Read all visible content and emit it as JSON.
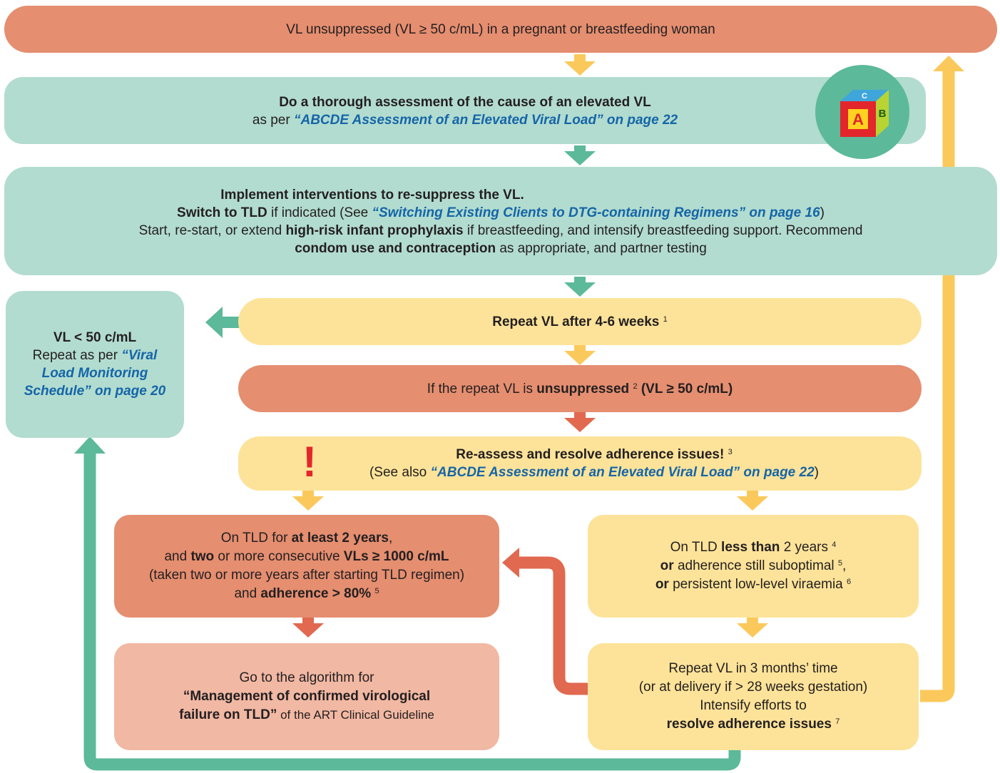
{
  "colors": {
    "salmon": "#e58e70",
    "teal_box": "#b2dccf",
    "yellow_box": "#fde399",
    "pink_box": "#f1b8a3",
    "teal_arrow": "#5cb99a",
    "yellow_arrow": "#fbc95b",
    "red_arrow": "#e0694f",
    "link_blue": "#1565a8",
    "alert_red": "#e2262b"
  },
  "icons": [
    "abc-blocks-icon",
    "exclamation-icon"
  ],
  "blocks_letters": {
    "front": "A",
    "side": "B",
    "top": "C"
  },
  "top_box": {
    "text": "VL unsuppressed (VL ≥ 50 c/mL) in a pregnant or breastfeeding woman"
  },
  "assess_box": {
    "line1": "Do a thorough assessment of the cause of an elevated VL",
    "pre": "as per ",
    "link": "“ABCDE Assessment of an Elevated Viral Load” on page 22"
  },
  "implement_box": {
    "line1": "Implement interventions to re-suppress the VL.",
    "switch_bold": "Switch to TLD",
    "switch_mid": " if indicated (See ",
    "switch_link": "“Switching Existing Clients to DTG-containing Regimens” on page 16",
    "switch_end": ")",
    "l3_pre": "Start, re-start, or extend ",
    "l3_bold": "high-risk infant prophylaxis",
    "l3_post": " if breastfeeding, and intensify breastfeeding support. Recommend",
    "l4_bold": "condom use and contraception",
    "l4_post": " as appropriate, and partner testing"
  },
  "suppressed_box": {
    "title": "VL < 50 c/mL",
    "pre": "Repeat as per ",
    "link": "“Viral Load Monitoring Schedule” on page 20"
  },
  "repeat_box": {
    "text": "Repeat VL after 4-6 weeks",
    "sup": "1"
  },
  "unsuppressed_box": {
    "pre": "If the repeat VL is ",
    "bold": "unsuppressed",
    "sup": "2",
    "post": "(VL ≥ 50 c/mL)"
  },
  "adherence_box": {
    "icon_text": "!",
    "bold": "Re-assess and resolve adherence issues!",
    "sup": "3",
    "pre": "(See also ",
    "link": "“ABCDE Assessment of an Elevated Viral Load” on page 22",
    "post": ")"
  },
  "failure_box": {
    "l1_pre": "On TLD for ",
    "l1_bold": "at least 2 years",
    "l1_post": ",",
    "l2_pre": "and ",
    "l2_bold1": "two",
    "l2_mid": " or more consecutive ",
    "l2_bold2": "VLs ≥ 1000 c/mL",
    "l3": "(taken two or more years after starting TLD regimen)",
    "l4_pre": "and ",
    "l4_bold": "adherence > 80%",
    "sup": "5"
  },
  "lessthan_box": {
    "l1_pre": "On TLD ",
    "l1_bold": "less than",
    "l1_post": " 2 years",
    "sup1": "4",
    "l2_bold": "or",
    "l2_post": " adherence still suboptimal",
    "sup2": "5",
    "l2_end": ",",
    "l3_bold": "or",
    "l3_post": " persistent low-level viraemia",
    "sup3": "6"
  },
  "goto_box": {
    "l1": "Go to the algorithm for",
    "l2_bold": "“Management of confirmed virological",
    "l3_bold": "failure on TLD”",
    "l3_post": " of the ART Clinical Guideline"
  },
  "repeat3_box": {
    "l1": "Repeat VL in 3 months’ time",
    "l2": "(or at delivery if > 28 weeks gestation)",
    "l3": "Intensify efforts to",
    "l4_bold": "resolve adherence issues",
    "sup": "7"
  }
}
